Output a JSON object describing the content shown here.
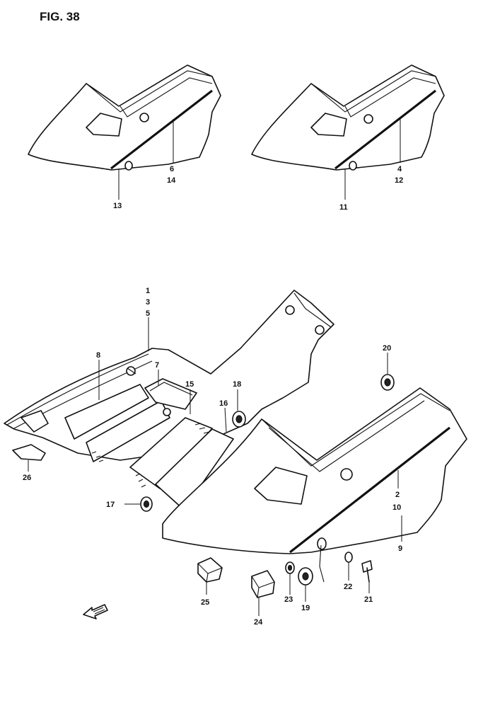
{
  "figure": {
    "title": "FIG. 38"
  },
  "callouts": {
    "c1": "1",
    "c2": "2",
    "c3": "3",
    "c4": "4",
    "c5": "5",
    "c6": "6",
    "c7": "7",
    "c8": "8",
    "c9": "9",
    "c10": "10",
    "c11": "11",
    "c12": "12",
    "c13": "13",
    "c14": "14",
    "c15": "15",
    "c16": "16",
    "c17": "17",
    "c18": "18",
    "c19": "19",
    "c20": "20",
    "c21": "21",
    "c22": "22",
    "c23": "23",
    "c24": "24",
    "c25": "25",
    "c26": "26"
  },
  "direction_marker": {
    "icon": "front-arrow-icon"
  }
}
